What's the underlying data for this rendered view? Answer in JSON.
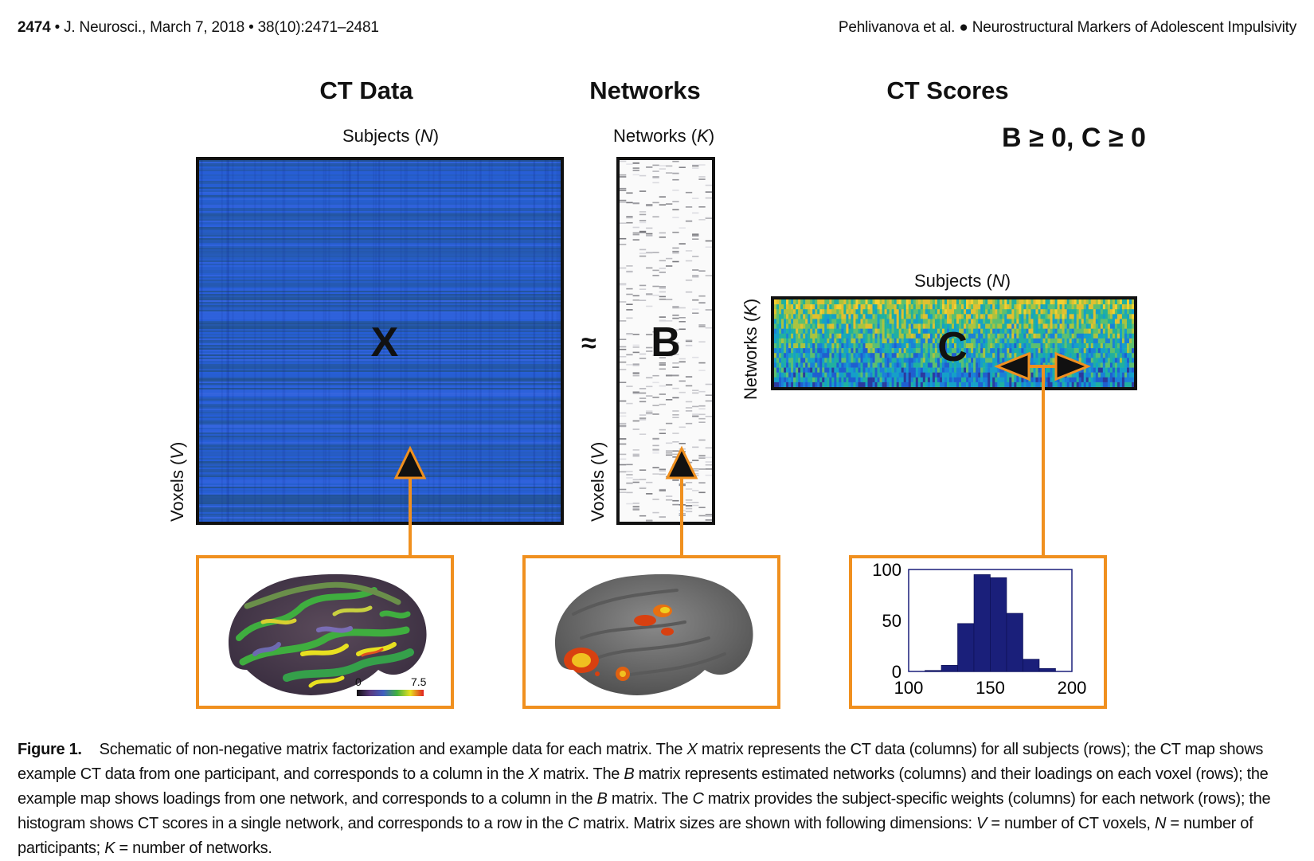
{
  "running_head": {
    "page": "2474",
    "journal": "J. Neurosci., March 7, 2018 • 38(10):2471–2481",
    "authors_title": "Pehlivanova et al. ● Neurostructural Markers of Adolescent Impulsivity"
  },
  "figure": {
    "headers": {
      "ct_data": "CT Data",
      "networks": "Networks",
      "ct_scores": "CT Scores"
    },
    "constraint": "B ≥ 0, C ≥ 0",
    "x_matrix": {
      "letter": "X",
      "top_label": "Subjects",
      "top_var": "N",
      "side_label": "Voxels",
      "side_var": "V"
    },
    "approx_symbol": "≈",
    "b_matrix": {
      "letter": "B",
      "top_label": "Networks",
      "top_var": "K",
      "side_label": "Voxels",
      "side_var": "V"
    },
    "c_matrix": {
      "letter": "C",
      "top_label": "Subjects",
      "top_var": "N",
      "side_label": "Networks",
      "side_var": "K"
    },
    "ct_colorbar": {
      "min": "0",
      "max": "7.5"
    },
    "colors": {
      "accent_orange": "#f0901f",
      "x_blue": "#2a5fb8",
      "hist_bar": "#1a1f7a"
    }
  },
  "chart_data": {
    "type": "bar",
    "x": [
      115,
      125,
      135,
      145,
      155,
      165,
      175,
      185
    ],
    "values": [
      1,
      6,
      47,
      95,
      92,
      57,
      12,
      3
    ],
    "xlim": [
      100,
      200
    ],
    "ylim": [
      0,
      100
    ],
    "xticks": [
      "100",
      "150",
      "200"
    ],
    "yticks": [
      "0",
      "50",
      "100"
    ],
    "title": "",
    "xlabel": "",
    "ylabel": ""
  },
  "caption": {
    "label": "Figure 1.",
    "text_parts": [
      "Schematic of non-negative matrix factorization and example data for each matrix. The ",
      "X",
      " matrix represents the CT data (columns) for all subjects (rows); the CT map shows example CT data from one participant, and corresponds to a column in the ",
      "X",
      " matrix. The ",
      "B",
      " matrix represents estimated networks (columns) and their loadings on each voxel (rows); the example map shows loadings from one network, and corresponds to a column in the ",
      "B",
      " matrix. The ",
      "C",
      " matrix provides the subject-specific weights (columns) for each network (rows); the histogram shows CT scores in a single network, and corresponds to a row in the ",
      "C",
      " matrix. Matrix sizes are shown with following dimensions: ",
      "V",
      " = number of CT voxels, ",
      "N",
      " = number of participants; ",
      "K",
      " = number of networks."
    ]
  }
}
